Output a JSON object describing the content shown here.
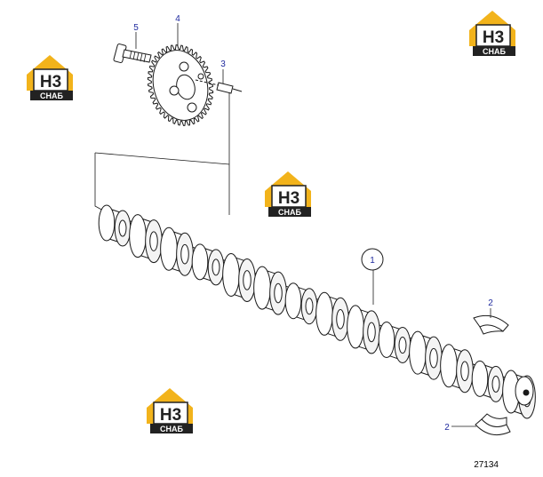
{
  "colors": {
    "line": "#1a1a1a",
    "callout_text": "#1f2a9e",
    "logo_yellow": "#f2b31b",
    "logo_dark": "#222222",
    "logo_white": "#ffffff"
  },
  "logo": {
    "letters": "H3",
    "caption": "CHAБ"
  },
  "callouts": [
    {
      "number": "1"
    },
    {
      "number": "2"
    },
    {
      "number": "2"
    },
    {
      "number": "3"
    },
    {
      "number": "4"
    },
    {
      "number": "5"
    }
  ],
  "figure_number": "27134"
}
